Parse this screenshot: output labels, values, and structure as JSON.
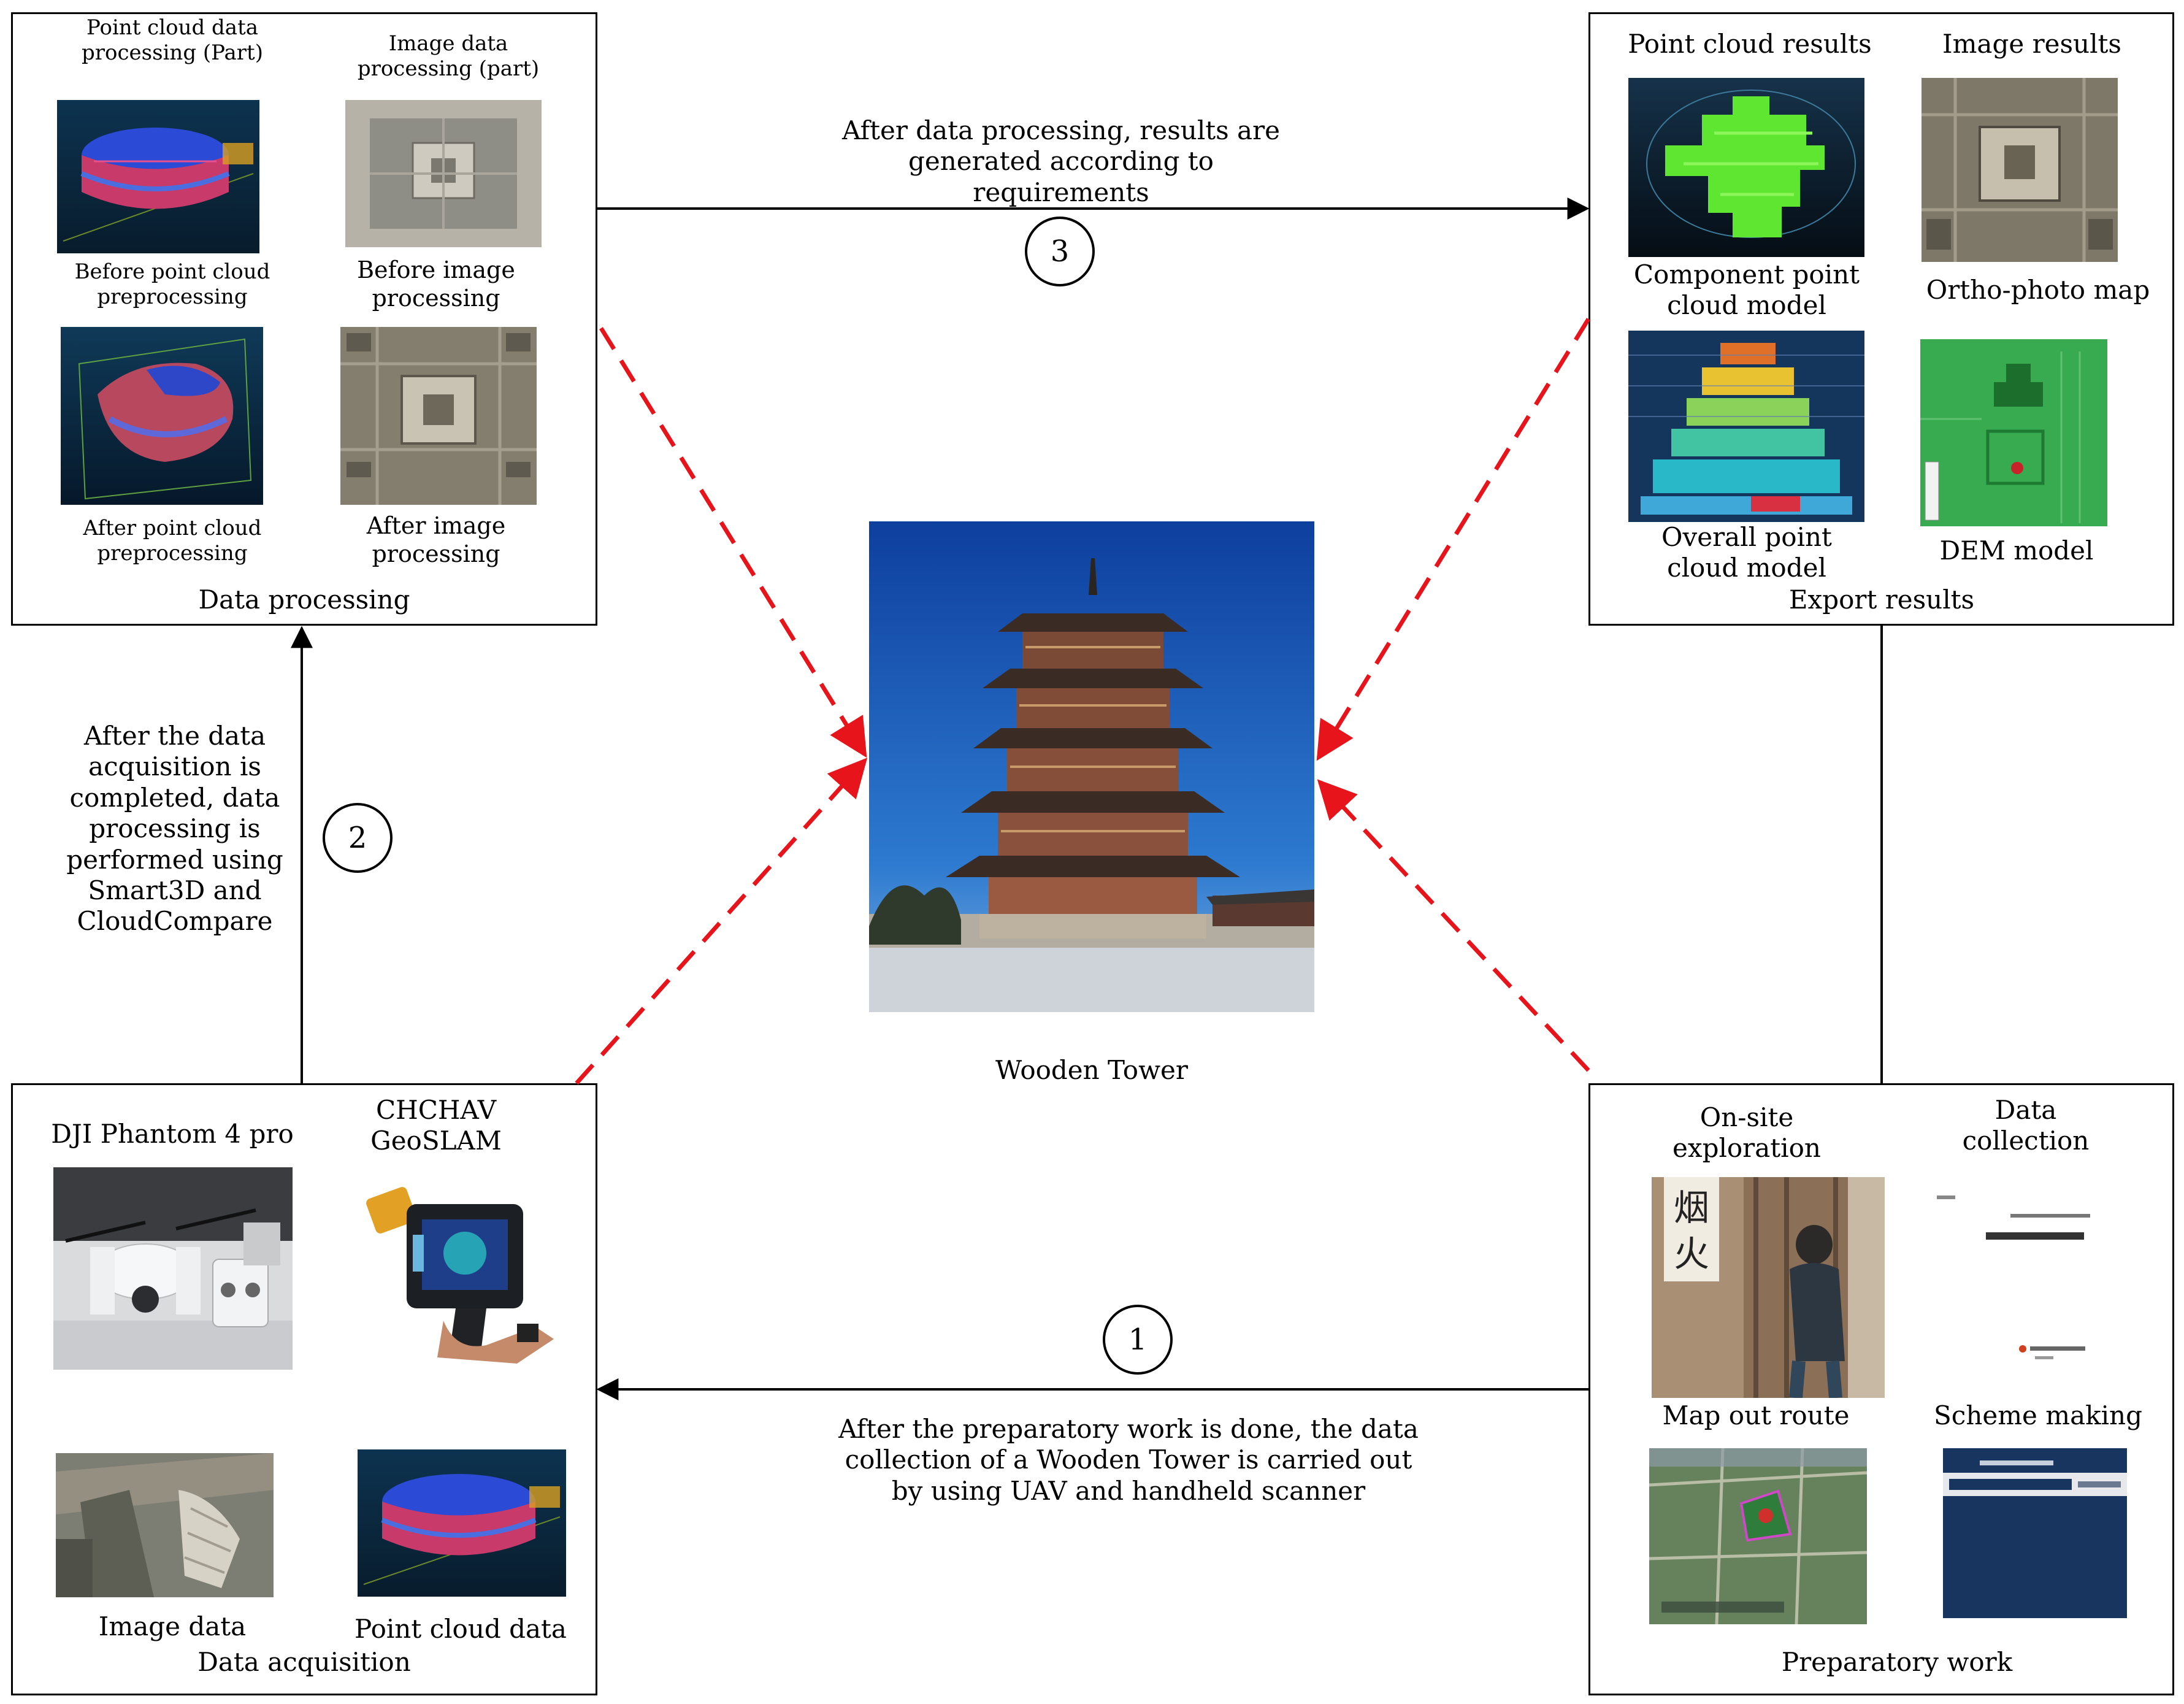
{
  "panels": {
    "data_processing": {
      "title": "Data processing",
      "pc_proc_part": "Point cloud data processing (Part)",
      "img_proc_part": "Image data processing (part)",
      "before_pc": "Before point cloud preprocessing",
      "before_img": "Before image processing",
      "after_pc": "After point cloud preprocessing",
      "after_img": "After image processing"
    },
    "export_results": {
      "title": "Export results",
      "pc_results": "Point cloud results",
      "img_results": "Image results",
      "component_model": "Component point cloud model",
      "ortho_map": "Ortho-photo map",
      "overall_model": "Overall point cloud model",
      "dem_model": "DEM model"
    },
    "data_acquisition": {
      "title": "Data acquisition",
      "dji": "DJI Phantom 4 pro",
      "chchav": "CHCHAV GeoSLAM",
      "image_data": "Image data",
      "pc_data": "Point cloud data"
    },
    "preparatory_work": {
      "title": "Preparatory work",
      "onsite": "On-site exploration",
      "data_collection": "Data collection",
      "map_route": "Map out route",
      "scheme": "Scheme making",
      "sign_char1": "烟",
      "sign_char2": "火"
    }
  },
  "center": {
    "label": "Wooden Tower"
  },
  "steps": {
    "step1": {
      "number": "1",
      "text": "After the preparatory work is done, the data collection of a Wooden Tower is carried out by using UAV and handheld scanner"
    },
    "step2": {
      "number": "2",
      "text": "After the data acquisition is completed, data processing is performed using Smart3D and CloudCompare"
    },
    "step3": {
      "number": "3",
      "text": "After data processing, results are generated according to requirements"
    }
  },
  "colors": {
    "dashed_arrow": "#e8141b",
    "line": "#000000",
    "sky": "#1f5fb8",
    "pc_bg": "#0c2a44",
    "doc_blue": "#17355f"
  }
}
